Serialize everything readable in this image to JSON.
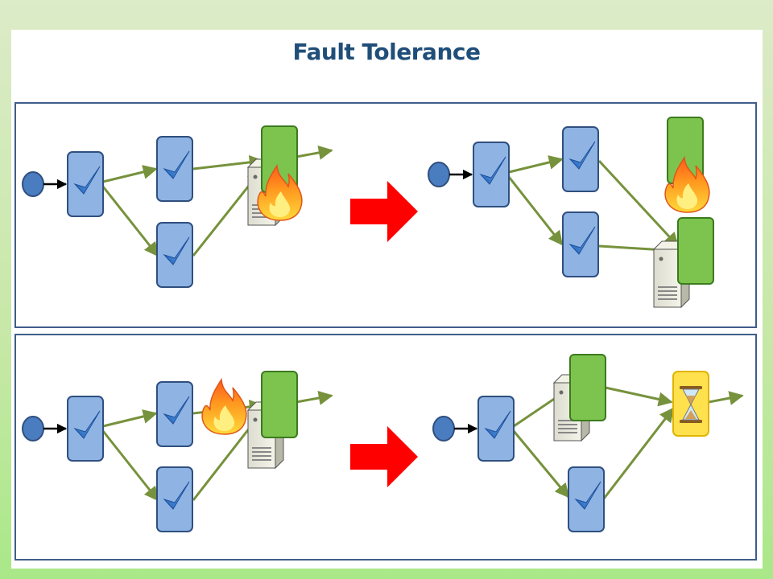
{
  "slide": {
    "title": "Fault Tolerance"
  },
  "colors": {
    "task_fill": "#8fb4e3",
    "task_stroke": "#2f4f7f",
    "checkmark": "#3a7fd5",
    "edge": "#76923c",
    "replica_fill": "#7cc44e",
    "replica_stroke": "#3c7a1e",
    "arrow_red": "#ff0000",
    "input_node": "#4a7cc0",
    "hourglass_bg": "#ffe14d"
  },
  "scenarios": [
    {
      "name": "task-restart-on-new-node",
      "before_icons": [
        "check-icon",
        "fire-icon",
        "server-icon"
      ],
      "after_icons": [
        "check-icon",
        "fire-icon",
        "server-icon"
      ]
    },
    {
      "name": "node-failure-wait",
      "before_icons": [
        "check-icon",
        "fire-icon",
        "server-icon"
      ],
      "after_icons": [
        "check-icon",
        "server-icon",
        "hourglass-icon"
      ]
    }
  ]
}
